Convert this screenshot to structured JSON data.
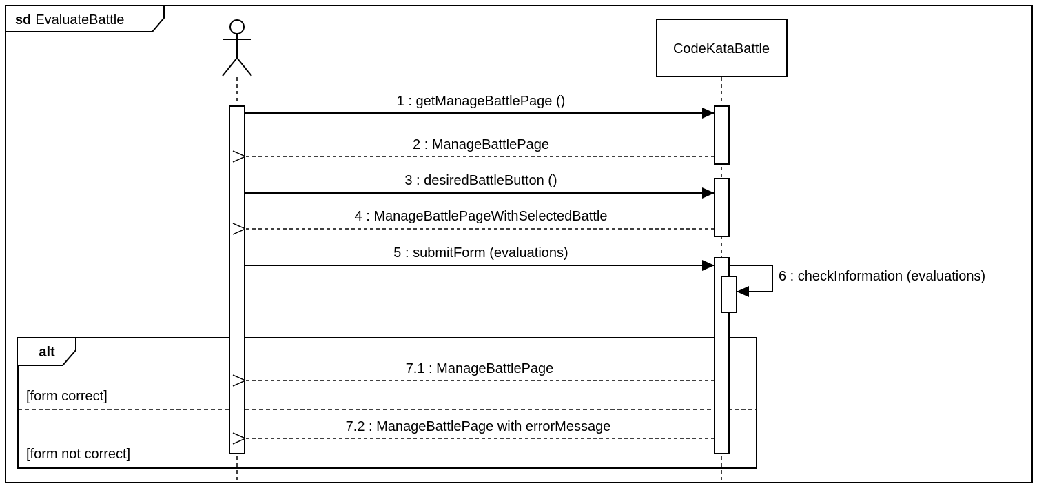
{
  "diagram": {
    "frame": {
      "keyword": "sd",
      "name": "EvaluateBattle"
    },
    "participants": {
      "actor": {
        "name": ""
      },
      "system": {
        "name": "CodeKataBattle"
      }
    },
    "messages": [
      {
        "id": "m1",
        "label": "1 : getManageBattlePage ()",
        "kind": "sync"
      },
      {
        "id": "m2",
        "label": "2 : ManageBattlePage",
        "kind": "return"
      },
      {
        "id": "m3",
        "label": "3 : desiredBattleButton ()",
        "kind": "sync"
      },
      {
        "id": "m4",
        "label": "4 : ManageBattlePageWithSelectedBattle",
        "kind": "return"
      },
      {
        "id": "m5",
        "label": "5 : submitForm (evaluations)",
        "kind": "sync"
      },
      {
        "id": "m6",
        "label": "6 : checkInformation (evaluations)",
        "kind": "self"
      },
      {
        "id": "m71",
        "label": "7.1 : ManageBattlePage",
        "kind": "return"
      },
      {
        "id": "m72",
        "label": "7.2 : ManageBattlePage with errorMessage",
        "kind": "return"
      }
    ],
    "fragment": {
      "operator": "alt",
      "guards": [
        "[form correct]",
        "[form not correct]"
      ]
    }
  }
}
